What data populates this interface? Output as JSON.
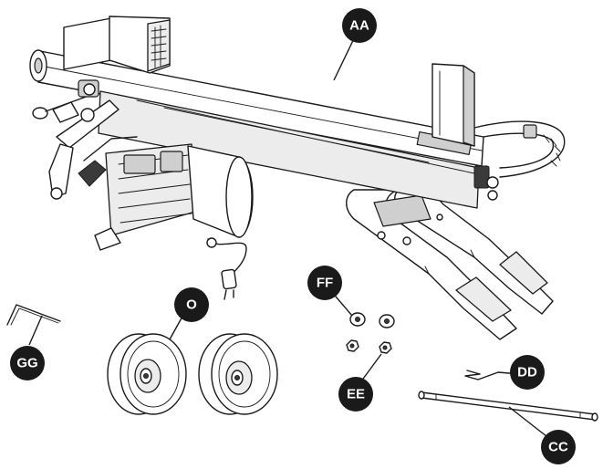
{
  "labels": {
    "aa": "AA",
    "o": "O",
    "ff": "FF",
    "ee": "EE",
    "dd": "DD",
    "cc": "CC",
    "gg": "GG"
  },
  "colors": {
    "line": "#1a1a1a",
    "badge": "#1a1a1a",
    "badge_text": "#ffffff",
    "background": "#ffffff"
  }
}
